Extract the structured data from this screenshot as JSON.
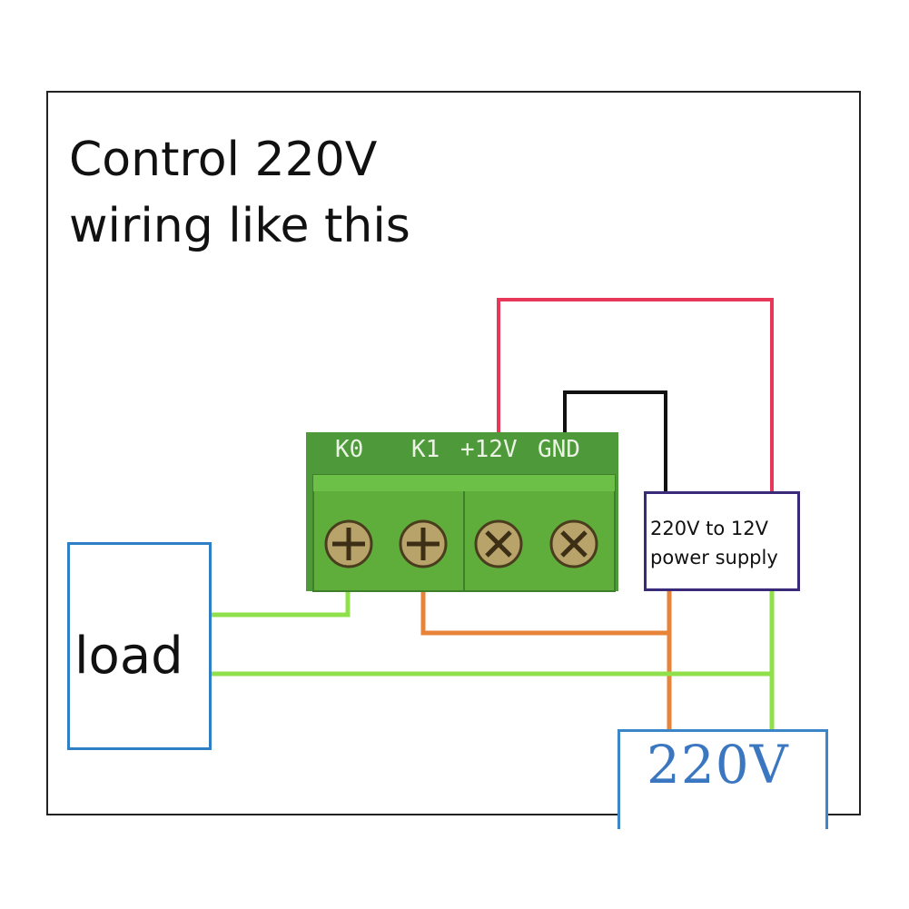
{
  "title": {
    "line1": "Control 220V",
    "line2": "wiring like this"
  },
  "terminal_block": {
    "labels": [
      "K0",
      "K1",
      "+12V",
      "GND"
    ]
  },
  "power_supply": {
    "line1": "220V to 12V",
    "line2": "power supply"
  },
  "load": {
    "label": "load"
  },
  "mains": {
    "label": "220V"
  },
  "colors": {
    "wire_red": "#e8385a",
    "wire_black": "#111111",
    "wire_orange": "#e8833a",
    "wire_green": "#8fe04a",
    "load_border": "#2f7fc5",
    "psu_border": "#3a2a7a",
    "mains_text": "#3b77c0",
    "pcb_green": "#4e9a3a",
    "terminal_green": "#5fae3c"
  }
}
